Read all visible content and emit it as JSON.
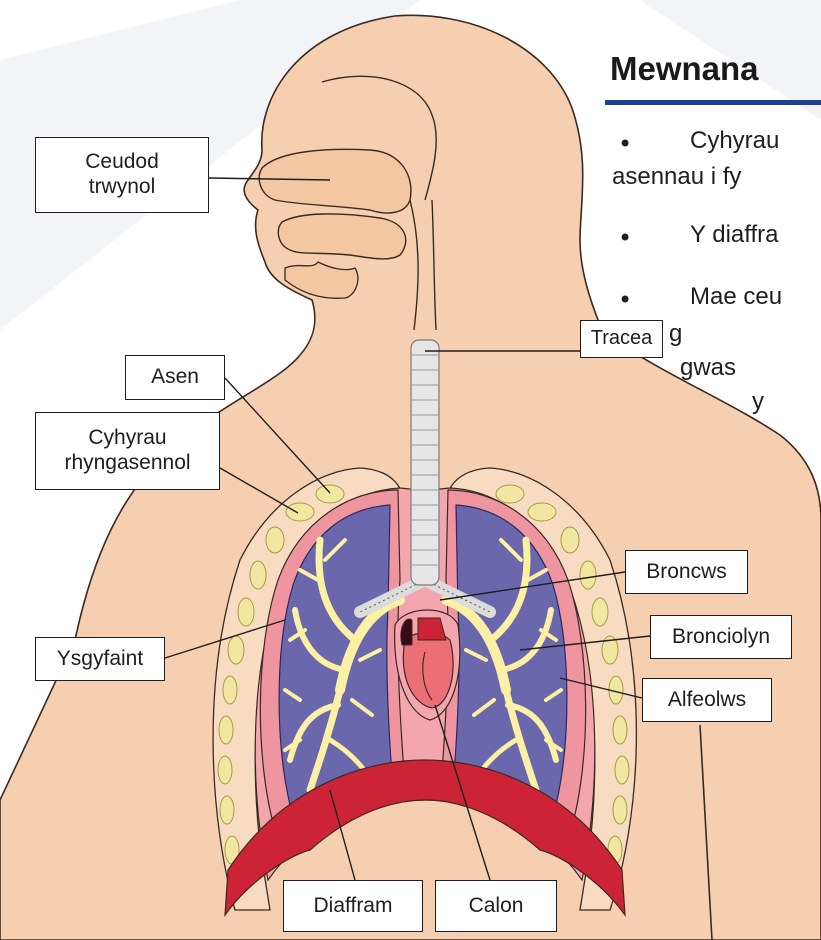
{
  "colors": {
    "skin": "#f5cfb0",
    "skin_outline": "#3a2a20",
    "lung_outer": "#f1a7ac",
    "lung_inner": "#6a67ad",
    "bronchi": "#fbf0a4",
    "diaphragm": "#cc2336",
    "rib": "#f2e7a0",
    "heart": "#ec6f78",
    "heading_rule": "#1f3f99"
  },
  "heading": "Mewnana",
  "paragraph_fragments": {
    "line1": "Cyhyrau",
    "line2": "asennau i fy",
    "line3": "Y diaffra",
    "line4": "Mae ceu",
    "line5": "ac yn g",
    "line6": "gwas",
    "line7": "y"
  },
  "labels": {
    "ceudod_trwynol": [
      "Ceudod",
      "trwynol"
    ],
    "tracea": "Tracea",
    "asen": "Asen",
    "cyhyrau_rhyngasennol": [
      "Cyhyrau",
      "rhyngasennol"
    ],
    "broncws": "Broncws",
    "bronciolyn": "Bronciolyn",
    "ysgyfaint": "Ysgyfaint",
    "alfeolws": "Alfeolws",
    "diaffram": "Diaffram",
    "calon": "Calon"
  }
}
